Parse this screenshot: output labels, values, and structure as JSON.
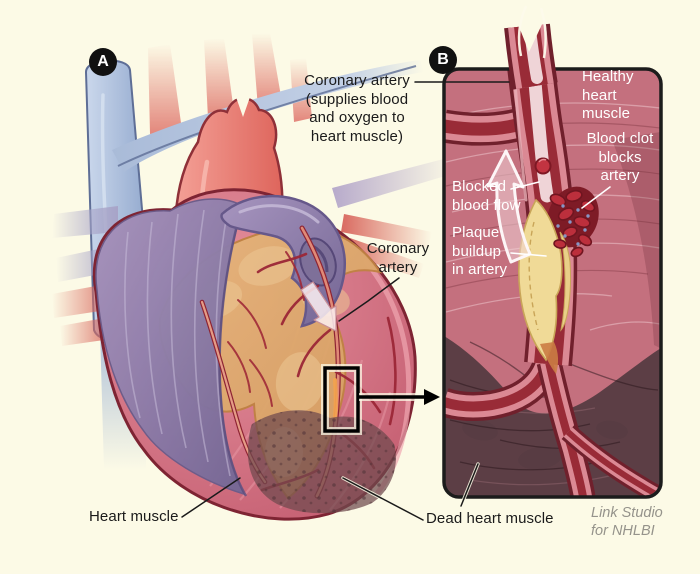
{
  "figure_title": "Heart with coronary artery blockage (heart attack) illustration",
  "badges": {
    "a": "A",
    "b": "B"
  },
  "panel_a": {
    "labels": {
      "coronary_supplies": "Coronary artery\n(supplies blood\nand oxygen to\nheart muscle)",
      "coronary": "Coronary\nartery",
      "heart_muscle": "Heart muscle",
      "dead_heart_muscle": "Dead heart muscle"
    }
  },
  "panel_b": {
    "labels": {
      "healthy_heart_muscle": "Healthy\nheart\nmuscle",
      "blood_clot": "Blood clot\nblocks\nartery",
      "blocked_blood_flow": "Blocked\nblood flow",
      "plaque_buildup": "Plaque\nbuildup\nin artery"
    }
  },
  "credit": "Link Studio\nfor NHLBI",
  "colors": {
    "background": "#FCFAE6",
    "label_text": "#1A1A1A",
    "inset_label_text": "#FFFFFF",
    "credit_text": "#95938B",
    "badge_bg": "#111111",
    "badge_text": "#FFFFFF",
    "inset_muscle_pink": "#C4707E",
    "dead_muscle": "#5C3E45",
    "artery_wall_pink": "#DB8994",
    "artery_lumen_red": "#992B37",
    "plaque_yellow": "#F0DA97",
    "clot_red": "#BC2F3C",
    "fat_tan": "#E0AB72",
    "vein_blue": "#A9BBD8",
    "aorta_red": "#E8766B",
    "atrium_purple": "#9285AE",
    "outline_maroon": "#7E2433"
  }
}
